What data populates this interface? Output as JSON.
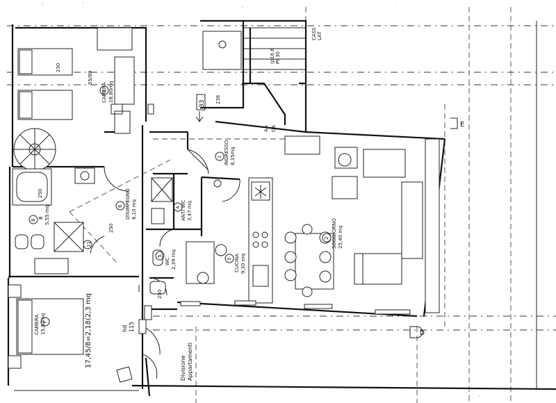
{
  "plan": {
    "rooms": [
      {
        "id": "camera-top",
        "name": "CAMERA",
        "area": "18,80mq",
        "number": "1"
      },
      {
        "id": "ingresso",
        "name": "INGRESSO",
        "area": "8,35mq",
        "number": "1"
      },
      {
        "id": "disimpegno",
        "name": "DISIMPEGNO",
        "area": "6,10 mq",
        "number": "6"
      },
      {
        "id": "antiwc",
        "name": "ANTI WC",
        "area": "3,47 mq",
        "number": "4"
      },
      {
        "id": "bagno",
        "name": "B",
        "area": "5,55 mq",
        "number": "8"
      },
      {
        "id": "wc",
        "name": "WC",
        "area": "2,39 mq",
        "number": "5"
      },
      {
        "id": "cucina",
        "name": "CUCINA",
        "area": "9,30 mq",
        "number": "3"
      },
      {
        "id": "soggiorno",
        "name": "SOGGIORNO",
        "area": "25,40 mq",
        "number": "2"
      },
      {
        "id": "camera-bottom",
        "name": "CAMERA",
        "area": "15,82mq",
        "number": "7"
      }
    ],
    "text": {
      "dim_230": "230",
      "dim_5599": "55/99",
      "dim_236": "236",
      "dim_250a": "250",
      "dim_250b": "250",
      "dim_250c": "250",
      "dim_33": "33",
      "dim_aa": "AA",
      "dim_oa": "OA",
      "stair_label": "Pt 30",
      "stair_label2": "(p16,6",
      "cassa": "CASS",
      "cassa2": "LAT",
      "ringhiera": "17,45/8=2,18(2,3 mq",
      "hd": "hd",
      "hd2": "115",
      "divisione": "Divisione",
      "divisione2": "Appartamenti",
      "num_11": "11",
      "mark_e": "E",
      "mark_d": "D"
    }
  }
}
